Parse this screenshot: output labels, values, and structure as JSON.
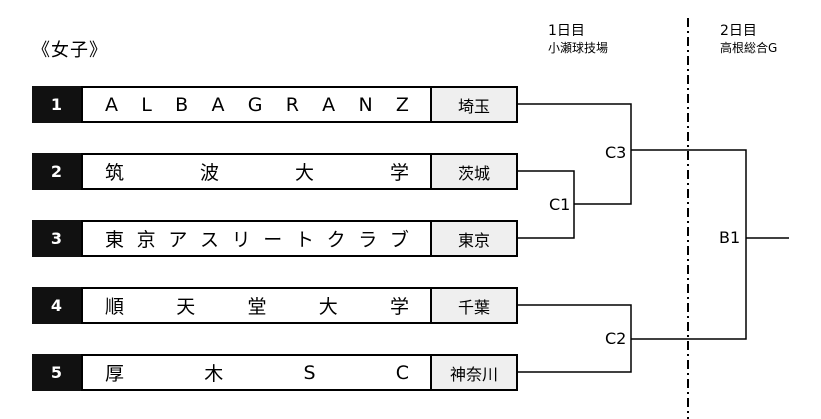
{
  "title": "《女子》",
  "days": [
    {
      "day": "1日目",
      "venue": "小瀬球技場"
    },
    {
      "day": "2日目",
      "venue": "高根総合G"
    }
  ],
  "teams": [
    {
      "seed": "1",
      "name": "ALBA GRANZ",
      "pref": "埼玉"
    },
    {
      "seed": "2",
      "name": "筑波大学",
      "pref": "茨城"
    },
    {
      "seed": "3",
      "name": "東京アスリートクラブ",
      "pref": "東京"
    },
    {
      "seed": "4",
      "name": "順天堂大学",
      "pref": "千葉"
    },
    {
      "seed": "5",
      "name": "厚木SC",
      "pref": "神奈川"
    }
  ],
  "matches": {
    "c1": "C1",
    "c2": "C2",
    "c3": "C3",
    "b1": "B1"
  }
}
